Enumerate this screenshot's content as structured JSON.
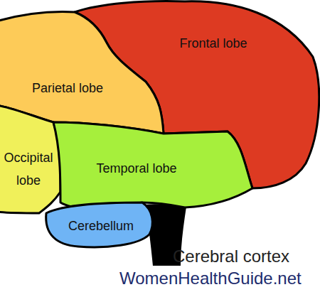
{
  "diagram": {
    "nodes": [
      {
        "text": [
          "Frontal lobe"
        ]
      },
      {
        "text": [
          "Parietal lobe"
        ]
      },
      {
        "text": [
          "Occipital lobe"
        ]
      },
      {
        "text": [
          "Temporal lobe"
        ]
      },
      {
        "text": [
          "Cerebellum"
        ]
      }
    ],
    "labels": [
      "Cerebral cortex",
      "WomenHealthGuide.net"
    ]
  }
}
